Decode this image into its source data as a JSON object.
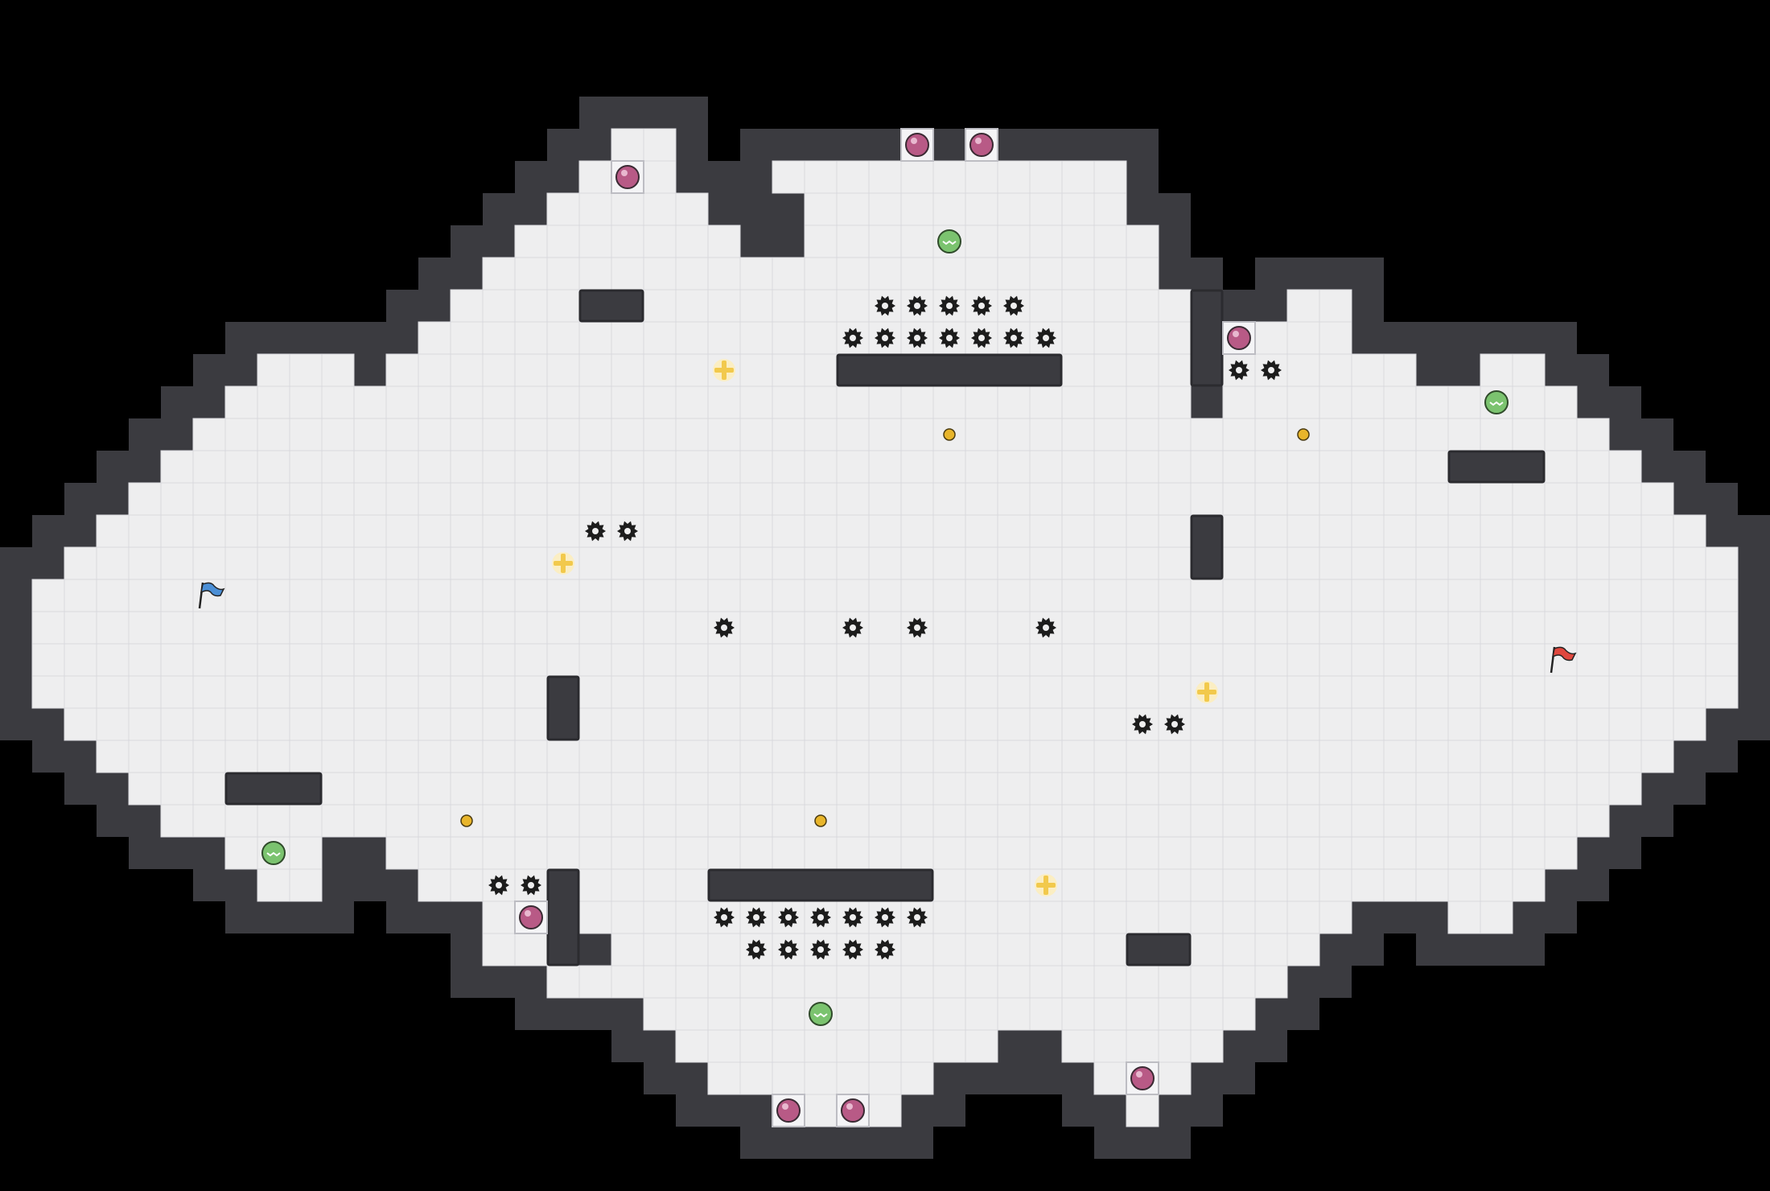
{
  "colors": {
    "background": "#000000",
    "floor": "#eeeeef",
    "grid_line": "#d9d9de",
    "wall": "#3b3b40",
    "wall_dark": "#2b2b2f",
    "spike": "#1c1c1c",
    "pink_orb": "#b85a86",
    "green_orb": "#7bc36f",
    "yellow_dot": "#e8b52b",
    "plus_pad": "#f2c94c",
    "blue_flag": "#4b8fd6",
    "red_flag": "#e0473e"
  },
  "grid": {
    "cols": 55,
    "rows": 37
  },
  "map": {
    "floor_spans": [
      [
        3,
        [
          19,
          20
        ]
      ],
      [
        4,
        [
          18,
          20
        ],
        [
          24,
          34
        ]
      ],
      [
        5,
        [
          17,
          21
        ],
        [
          25,
          34
        ]
      ],
      [
        6,
        [
          16,
          22
        ],
        [
          25,
          35
        ]
      ],
      [
        7,
        [
          15,
          35
        ]
      ],
      [
        8,
        [
          14,
          36
        ],
        [
          40,
          41
        ]
      ],
      [
        9,
        [
          13,
          36
        ],
        [
          39,
          41
        ]
      ],
      [
        10,
        [
          8,
          10
        ],
        [
          12,
          36
        ],
        [
          38,
          43
        ],
        [
          46,
          47
        ]
      ],
      [
        11,
        [
          7,
          36
        ],
        [
          38,
          44
        ],
        [
          45,
          48
        ]
      ],
      [
        12,
        [
          6,
          37
        ],
        [
          38,
          49
        ]
      ],
      [
        13,
        [
          5,
          50
        ]
      ],
      [
        14,
        [
          4,
          51
        ]
      ],
      [
        15,
        [
          3,
          52
        ]
      ],
      [
        16,
        [
          2,
          53
        ]
      ],
      [
        17,
        [
          1,
          53
        ]
      ],
      [
        18,
        [
          1,
          53
        ]
      ],
      [
        19,
        [
          1,
          53
        ]
      ],
      [
        20,
        [
          1,
          53
        ]
      ],
      [
        21,
        [
          2,
          52
        ]
      ],
      [
        22,
        [
          3,
          51
        ]
      ],
      [
        23,
        [
          4,
          50
        ]
      ],
      [
        24,
        [
          5,
          49
        ]
      ],
      [
        25,
        [
          7,
          9
        ],
        [
          12,
          48
        ]
      ],
      [
        26,
        [
          8,
          9
        ],
        [
          13,
          17
        ],
        [
          18,
          43
        ],
        [
          44,
          47
        ]
      ],
      [
        27,
        [
          15,
          16
        ],
        [
          18,
          41
        ],
        [
          45,
          46
        ]
      ],
      [
        28,
        [
          15,
          16
        ],
        [
          19,
          40
        ]
      ],
      [
        29,
        [
          17,
          39
        ]
      ],
      [
        30,
        [
          20,
          38
        ]
      ],
      [
        31,
        [
          21,
          30
        ],
        [
          33,
          37
        ]
      ],
      [
        32,
        [
          22,
          28
        ],
        [
          34,
          36
        ]
      ],
      [
        33,
        [
          24,
          27
        ],
        [
          35,
          35
        ]
      ]
    ],
    "wall_blocks": [
      [
        18,
        8,
        2,
        1
      ],
      [
        26,
        10,
        7,
        1
      ],
      [
        37,
        8,
        1,
        3
      ],
      [
        45,
        13,
        3,
        1
      ],
      [
        37,
        15,
        1,
        2
      ],
      [
        17,
        20,
        1,
        2
      ],
      [
        7,
        23,
        3,
        1
      ],
      [
        22,
        26,
        7,
        1
      ],
      [
        35,
        28,
        2,
        1
      ],
      [
        17,
        26,
        1,
        3
      ]
    ],
    "bumpers": [
      [
        28,
        3
      ],
      [
        30,
        3
      ],
      [
        19,
        4
      ],
      [
        38,
        9
      ],
      [
        16,
        27
      ],
      [
        35,
        32
      ],
      [
        24,
        33
      ],
      [
        26,
        33
      ]
    ],
    "green_orbs": [
      [
        29,
        6
      ],
      [
        46,
        11
      ],
      [
        8,
        25
      ],
      [
        25,
        30
      ]
    ],
    "yellow_dots": [
      [
        29,
        12
      ],
      [
        40,
        12
      ],
      [
        14,
        24
      ],
      [
        25,
        24
      ]
    ],
    "plus_pads": [
      [
        22,
        10
      ],
      [
        17,
        16
      ],
      [
        37,
        20
      ],
      [
        32,
        26
      ]
    ],
    "spikes": [
      [
        27,
        8
      ],
      [
        28,
        8
      ],
      [
        29,
        8
      ],
      [
        30,
        8
      ],
      [
        31,
        8
      ],
      [
        26,
        9
      ],
      [
        27,
        9
      ],
      [
        28,
        9
      ],
      [
        29,
        9
      ],
      [
        30,
        9
      ],
      [
        31,
        9
      ],
      [
        32,
        9
      ],
      [
        38,
        10
      ],
      [
        39,
        10
      ],
      [
        18,
        15
      ],
      [
        19,
        15
      ],
      [
        22,
        18
      ],
      [
        26,
        18
      ],
      [
        28,
        18
      ],
      [
        32,
        18
      ],
      [
        35,
        21
      ],
      [
        36,
        21
      ],
      [
        15,
        26
      ],
      [
        16,
        26
      ],
      [
        22,
        27
      ],
      [
        23,
        27
      ],
      [
        24,
        27
      ],
      [
        25,
        27
      ],
      [
        26,
        27
      ],
      [
        27,
        27
      ],
      [
        28,
        27
      ],
      [
        23,
        28
      ],
      [
        24,
        28
      ],
      [
        25,
        28
      ],
      [
        26,
        28
      ],
      [
        27,
        28
      ]
    ],
    "flags": [
      {
        "color": "blue",
        "cell": [
          6,
          17
        ]
      },
      {
        "color": "red",
        "cell": [
          48,
          19
        ]
      }
    ]
  }
}
